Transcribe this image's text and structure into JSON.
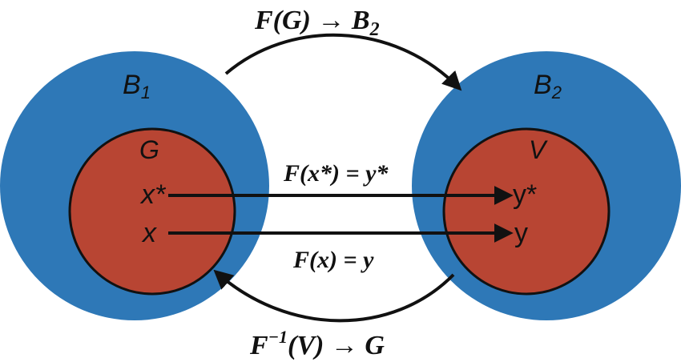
{
  "labels": {
    "top_map": "F(G) → B",
    "top_map_sub": "2",
    "bottom_map_pre": "F",
    "bottom_map_sup": "−1",
    "bottom_map_post": "(V) → G",
    "b1": "B",
    "b1_sub": "1",
    "b2": "B",
    "b2_sub": "2",
    "g": "G",
    "v": "V",
    "x_star": "x*",
    "x": "x",
    "y_star": "y*",
    "y": "y",
    "map_star": "F(x*) = y*",
    "map": "F(x) = y"
  },
  "colors": {
    "outer_set": "#2e78b7",
    "inner_set": "#b84533",
    "stroke": "#111111",
    "background": "#ffffff"
  }
}
